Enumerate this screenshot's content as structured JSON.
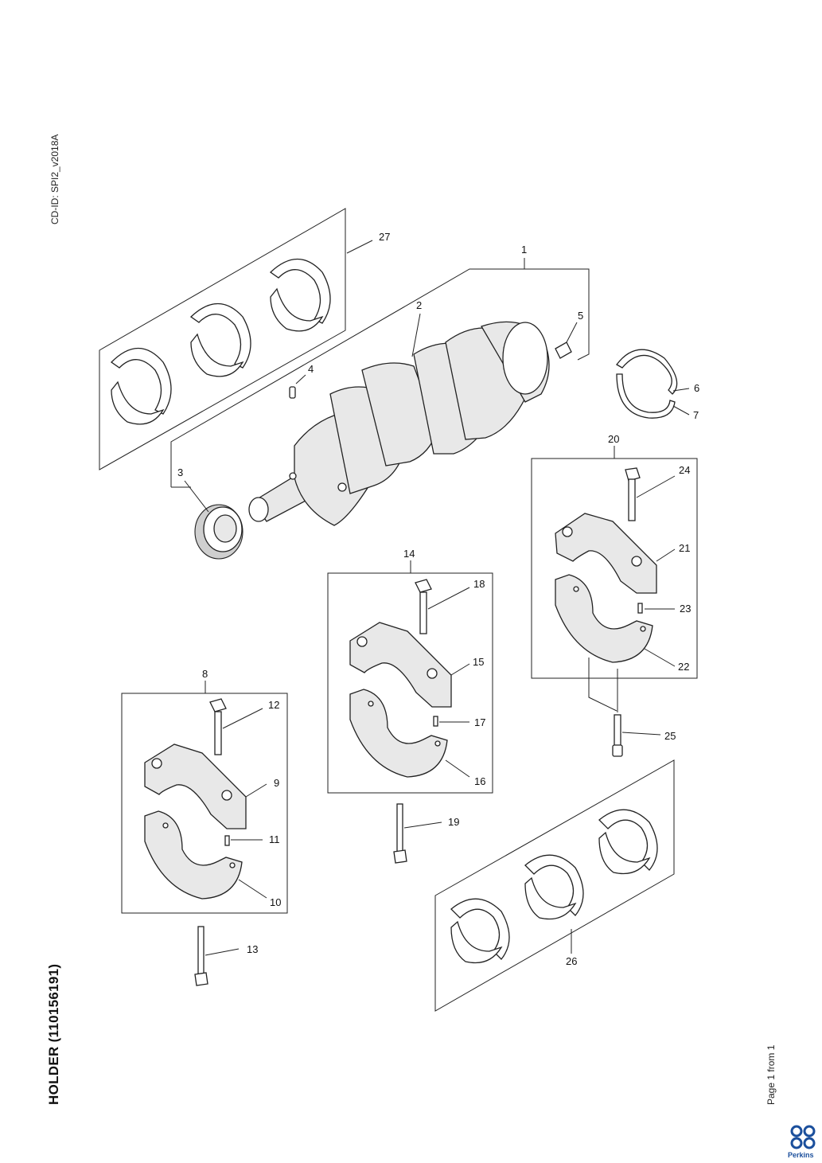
{
  "header": {
    "cd_id": "CD-ID: SPI2_v2018A"
  },
  "title": "HOLDER (110156191)",
  "footer": {
    "page_label": "Page 1 from 1",
    "brand": "Perkins"
  },
  "colors": {
    "brand_blue": "#1b4f9c",
    "line": "#222222"
  },
  "callouts": [
    "1",
    "2",
    "3",
    "4",
    "5",
    "6",
    "7",
    "8",
    "9",
    "10",
    "11",
    "12",
    "13",
    "14",
    "15",
    "16",
    "17",
    "18",
    "19",
    "20",
    "21",
    "22",
    "23",
    "24",
    "25",
    "26",
    "27"
  ],
  "icons": {
    "logo": "perkins-logo-icon"
  }
}
